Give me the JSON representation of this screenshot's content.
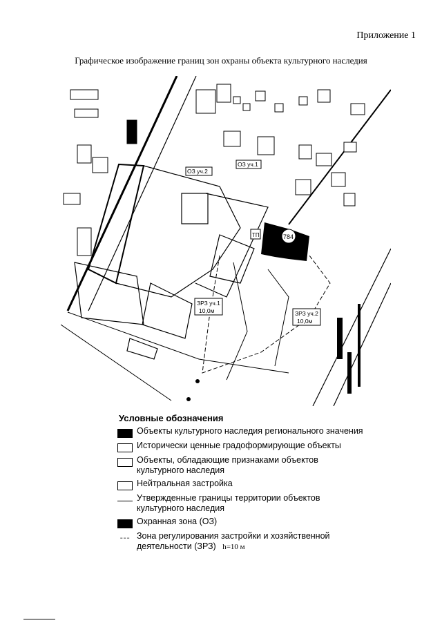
{
  "header": {
    "appendix": "Приложение 1"
  },
  "title": "Графическое изображение границ зон охраны объекта культурного наследия",
  "map": {
    "labels": {
      "oz1": "ОЗ уч.1",
      "oz2": "ОЗ уч.2",
      "obj_number": "784",
      "building_tag": "ТП",
      "zrz1_a": "ЗРЗ уч.1",
      "zrz1_b": "10,0м",
      "zrz2_a": "ЗРЗ уч.2",
      "zrz2_b": "10,0м"
    }
  },
  "legend": {
    "title": "Условные обозначения",
    "items": [
      {
        "label": "Объекты культурного наследия регионального значения",
        "swatch": "black"
      },
      {
        "label": "Исторически ценные градоформирующие объекты",
        "swatch": "box"
      },
      {
        "label": "Объекты, обладающие признаками объектов культурного наследия",
        "swatch": "box"
      },
      {
        "label": "Нейтральная застройка",
        "swatch": "box-bold"
      },
      {
        "label": "Утвержденные границы территории объектов культурного наследия",
        "swatch": "line"
      },
      {
        "label": "Охранная зона (ОЗ)",
        "swatch": "black"
      },
      {
        "label": "Зона регулирования застройки и хозяйственной деятельности (ЗРЗ)",
        "swatch": "dash",
        "note": "h=10 м"
      }
    ]
  }
}
